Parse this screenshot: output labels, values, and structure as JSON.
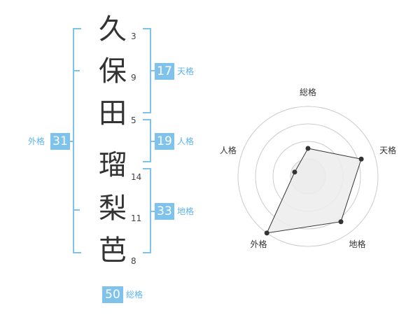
{
  "name_chars": [
    {
      "char": "久",
      "strokes": "3"
    },
    {
      "char": "保",
      "strokes": "9"
    },
    {
      "char": "田",
      "strokes": "5"
    },
    {
      "char": "瑠",
      "strokes": "14"
    },
    {
      "char": "梨",
      "strokes": "11"
    },
    {
      "char": "芭",
      "strokes": "8"
    }
  ],
  "kakusu": {
    "tenkaku": {
      "value": "17",
      "label": "天格"
    },
    "jinkaku": {
      "value": "19",
      "label": "人格"
    },
    "chikaku": {
      "value": "33",
      "label": "地格"
    },
    "gaikaku": {
      "value": "31",
      "label": "外格"
    },
    "soukaku": {
      "value": "50",
      "label": "総格"
    }
  },
  "colors": {
    "accent": "#7fc3ec",
    "radar_fill": "#ececec",
    "radar_line": "#333333"
  },
  "chart_data": {
    "type": "radar",
    "axes": [
      "総格",
      "天格",
      "地格",
      "外格",
      "人格"
    ],
    "values": [
      2,
      4,
      4,
      5,
      1
    ],
    "max": 5,
    "rings": 4
  }
}
